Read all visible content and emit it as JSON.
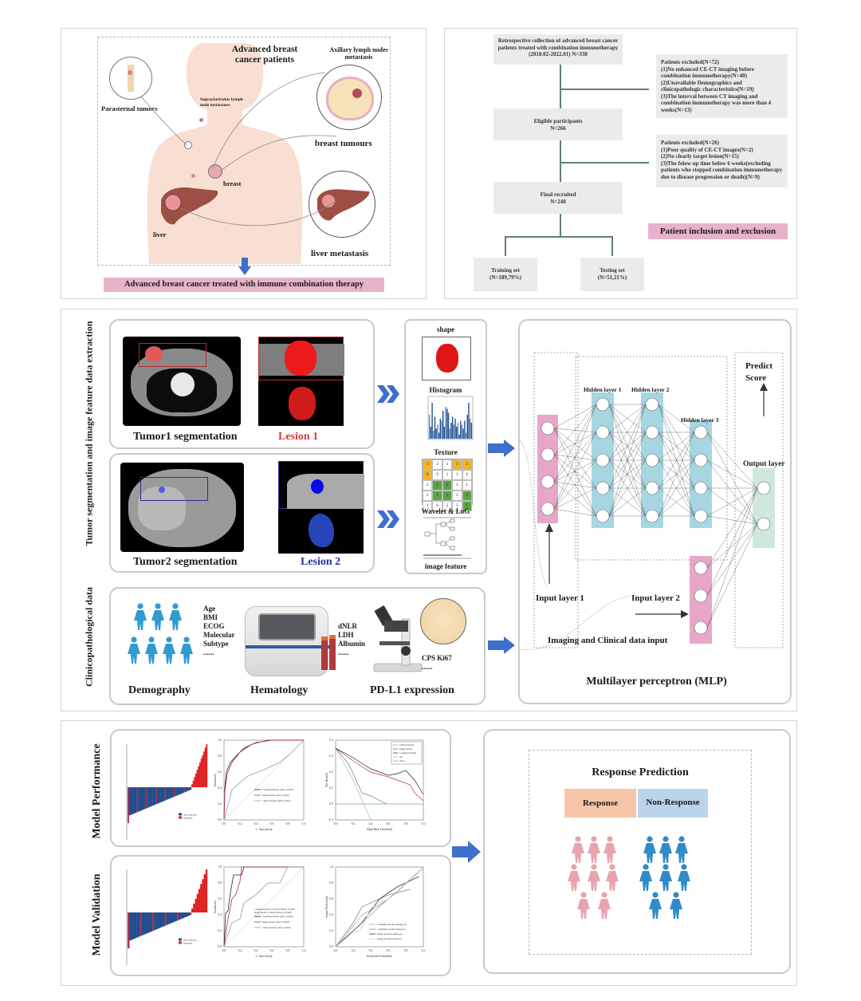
{
  "panel_patients": {
    "title": "Advanced breast cancer patients",
    "labels": {
      "parasternal": "Parasternal tumors",
      "supraclavicular": "Supraclavicular lymph node metastases",
      "axillary": "Axillary lymph nodes metastasis",
      "breast_tumours": "breast tumours",
      "breast": "breast",
      "liver": "liver",
      "liver_metastasis": "liver metastasis"
    },
    "banner": "Advanced breast cancer treated with immune combination therapy"
  },
  "panel_flow": {
    "box_collection": "Retrospective collection of advanced breast cancer patients treated with combination immunotherapy (2018.02-2022.01) N=338",
    "box_excluded1": [
      "Patients excluded(N=72)",
      "(1)No enhanced CE-CT imaging before combination immunotherapy(N=40)",
      "(2)Unavailable Demographics and clinicopathologic characteristics(N=19)",
      "(3)The interval between CT imaging and combination immunotherapy was more than 4 weeks(N=13)"
    ],
    "box_eligible": [
      "Eligible participants",
      "N=266"
    ],
    "box_excluded2": [
      "Patients excluded(N=26)",
      "(1)Poor quality of CE-CT images(N=2)",
      "(2)No clearly target lesion(N=15)",
      "(3)The folow up time below 6 weeks(excluding patients who stopped combination immunotherapy due to disease progression or death)(N=9)"
    ],
    "box_final": [
      "Final recruited",
      "N=240"
    ],
    "box_training": [
      "Training set",
      "(N=189,79%)"
    ],
    "box_testing": [
      "Testing set",
      "(N=51,21%)"
    ],
    "label": "Patient inclusion and exclusion"
  },
  "panel_features": {
    "side_label_top": "Tumor segmentation and image feature data extraction",
    "side_label_bottom": "Clinicopathological data",
    "tumor1_caption": "Tumor1 segmentation",
    "lesion1_caption": "Lesion 1",
    "tumor2_caption": "Tumor2 segmentation",
    "lesion2_caption": "Lesion 2",
    "feature_labels": {
      "shape": "shape",
      "histogram": "Histogram",
      "texture": "Texture",
      "wavelet": "Wavelet & LoG",
      "image_feature": "image feature"
    },
    "texture_matrix": [
      [
        "1",
        "2",
        "2",
        "3",
        "2"
      ],
      [
        "0",
        "0",
        "1",
        "1",
        "0"
      ],
      [
        "2",
        "2",
        "2",
        "2",
        "1"
      ],
      [
        "2",
        "1",
        "1",
        "2",
        "3"
      ],
      [
        "1",
        "0",
        "2",
        "3",
        "1"
      ]
    ],
    "demography": {
      "caption": "Demography",
      "items": [
        "Age",
        "BMI",
        "ECOG",
        "Molecular",
        "Subtype",
        "......"
      ]
    },
    "hematology": {
      "caption": "Hematology",
      "items": [
        "dNLR",
        "LDH",
        "Albumin",
        "......"
      ]
    },
    "pdl1": {
      "caption": "PD-L1 expression",
      "items": [
        "CPS Ki67",
        "......"
      ]
    }
  },
  "panel_mlp": {
    "title": "Multilayer perceptron (MLP)",
    "hidden1": "Hidden layer 1",
    "hidden2": "Hidden layer 2",
    "hidden3": "Hidden layer 3",
    "predict_score": "Predict Score",
    "output_layer": "Output layer",
    "input1": "Input layer 1",
    "input2": "Input layer 2",
    "data_input": "Imaging and Clinical data input"
  },
  "panel_models": {
    "performance_label": "Model Performance",
    "validation_label": "Model Validation",
    "waterfall_legend": [
      "Non-response",
      "Response"
    ],
    "roc_perf_legend": [
      "Combined Model (AUC=0.908)",
      "Image Model (AUC=0.902)",
      "Clinical Model (AUC=0.652)"
    ],
    "roc_perf_xlabel": "1 - Specificity",
    "roc_perf_ylabel": "Sensitivity",
    "dca_legend": [
      "Clinical Model",
      "Image Model",
      "Combined Model",
      "All",
      "None"
    ],
    "dca_xlabel": "High Risk Threshold",
    "dca_ylabel": "Net Benefit",
    "roc_val_note": [
      "Combined Model vs Clinical Model: p<0.001",
      "Image Model vs Clinical Model: p=0.008"
    ],
    "roc_val_legend": [
      "Combined Model (AUC=0.906)",
      "Image Model (AUC=0.878)",
      "Clinical Model (AUC=0.656)"
    ],
    "calib_legend": [
      "Combined model training set",
      "Combined model testing set",
      "Image model training set",
      "Image model testing set"
    ],
    "calib_xlabel": "Predicted Probability",
    "calib_ylabel": "Actual Probability"
  },
  "panel_prediction": {
    "title": "Response Prediction",
    "response": "Response",
    "non_response": "Non-Response",
    "response_count": 8,
    "non_response_count": 8
  },
  "colors": {
    "pink_label": "#e7b3ca",
    "response": "#f7c6a8",
    "non_response": "#bcd3ec",
    "arrow_blue": "#3d6fcc",
    "lesion1_red": "#d63b3b",
    "lesion2_blue": "#2d2d9a",
    "person_pink": "#e8a3ad",
    "person_blue": "#2f8bc9"
  }
}
